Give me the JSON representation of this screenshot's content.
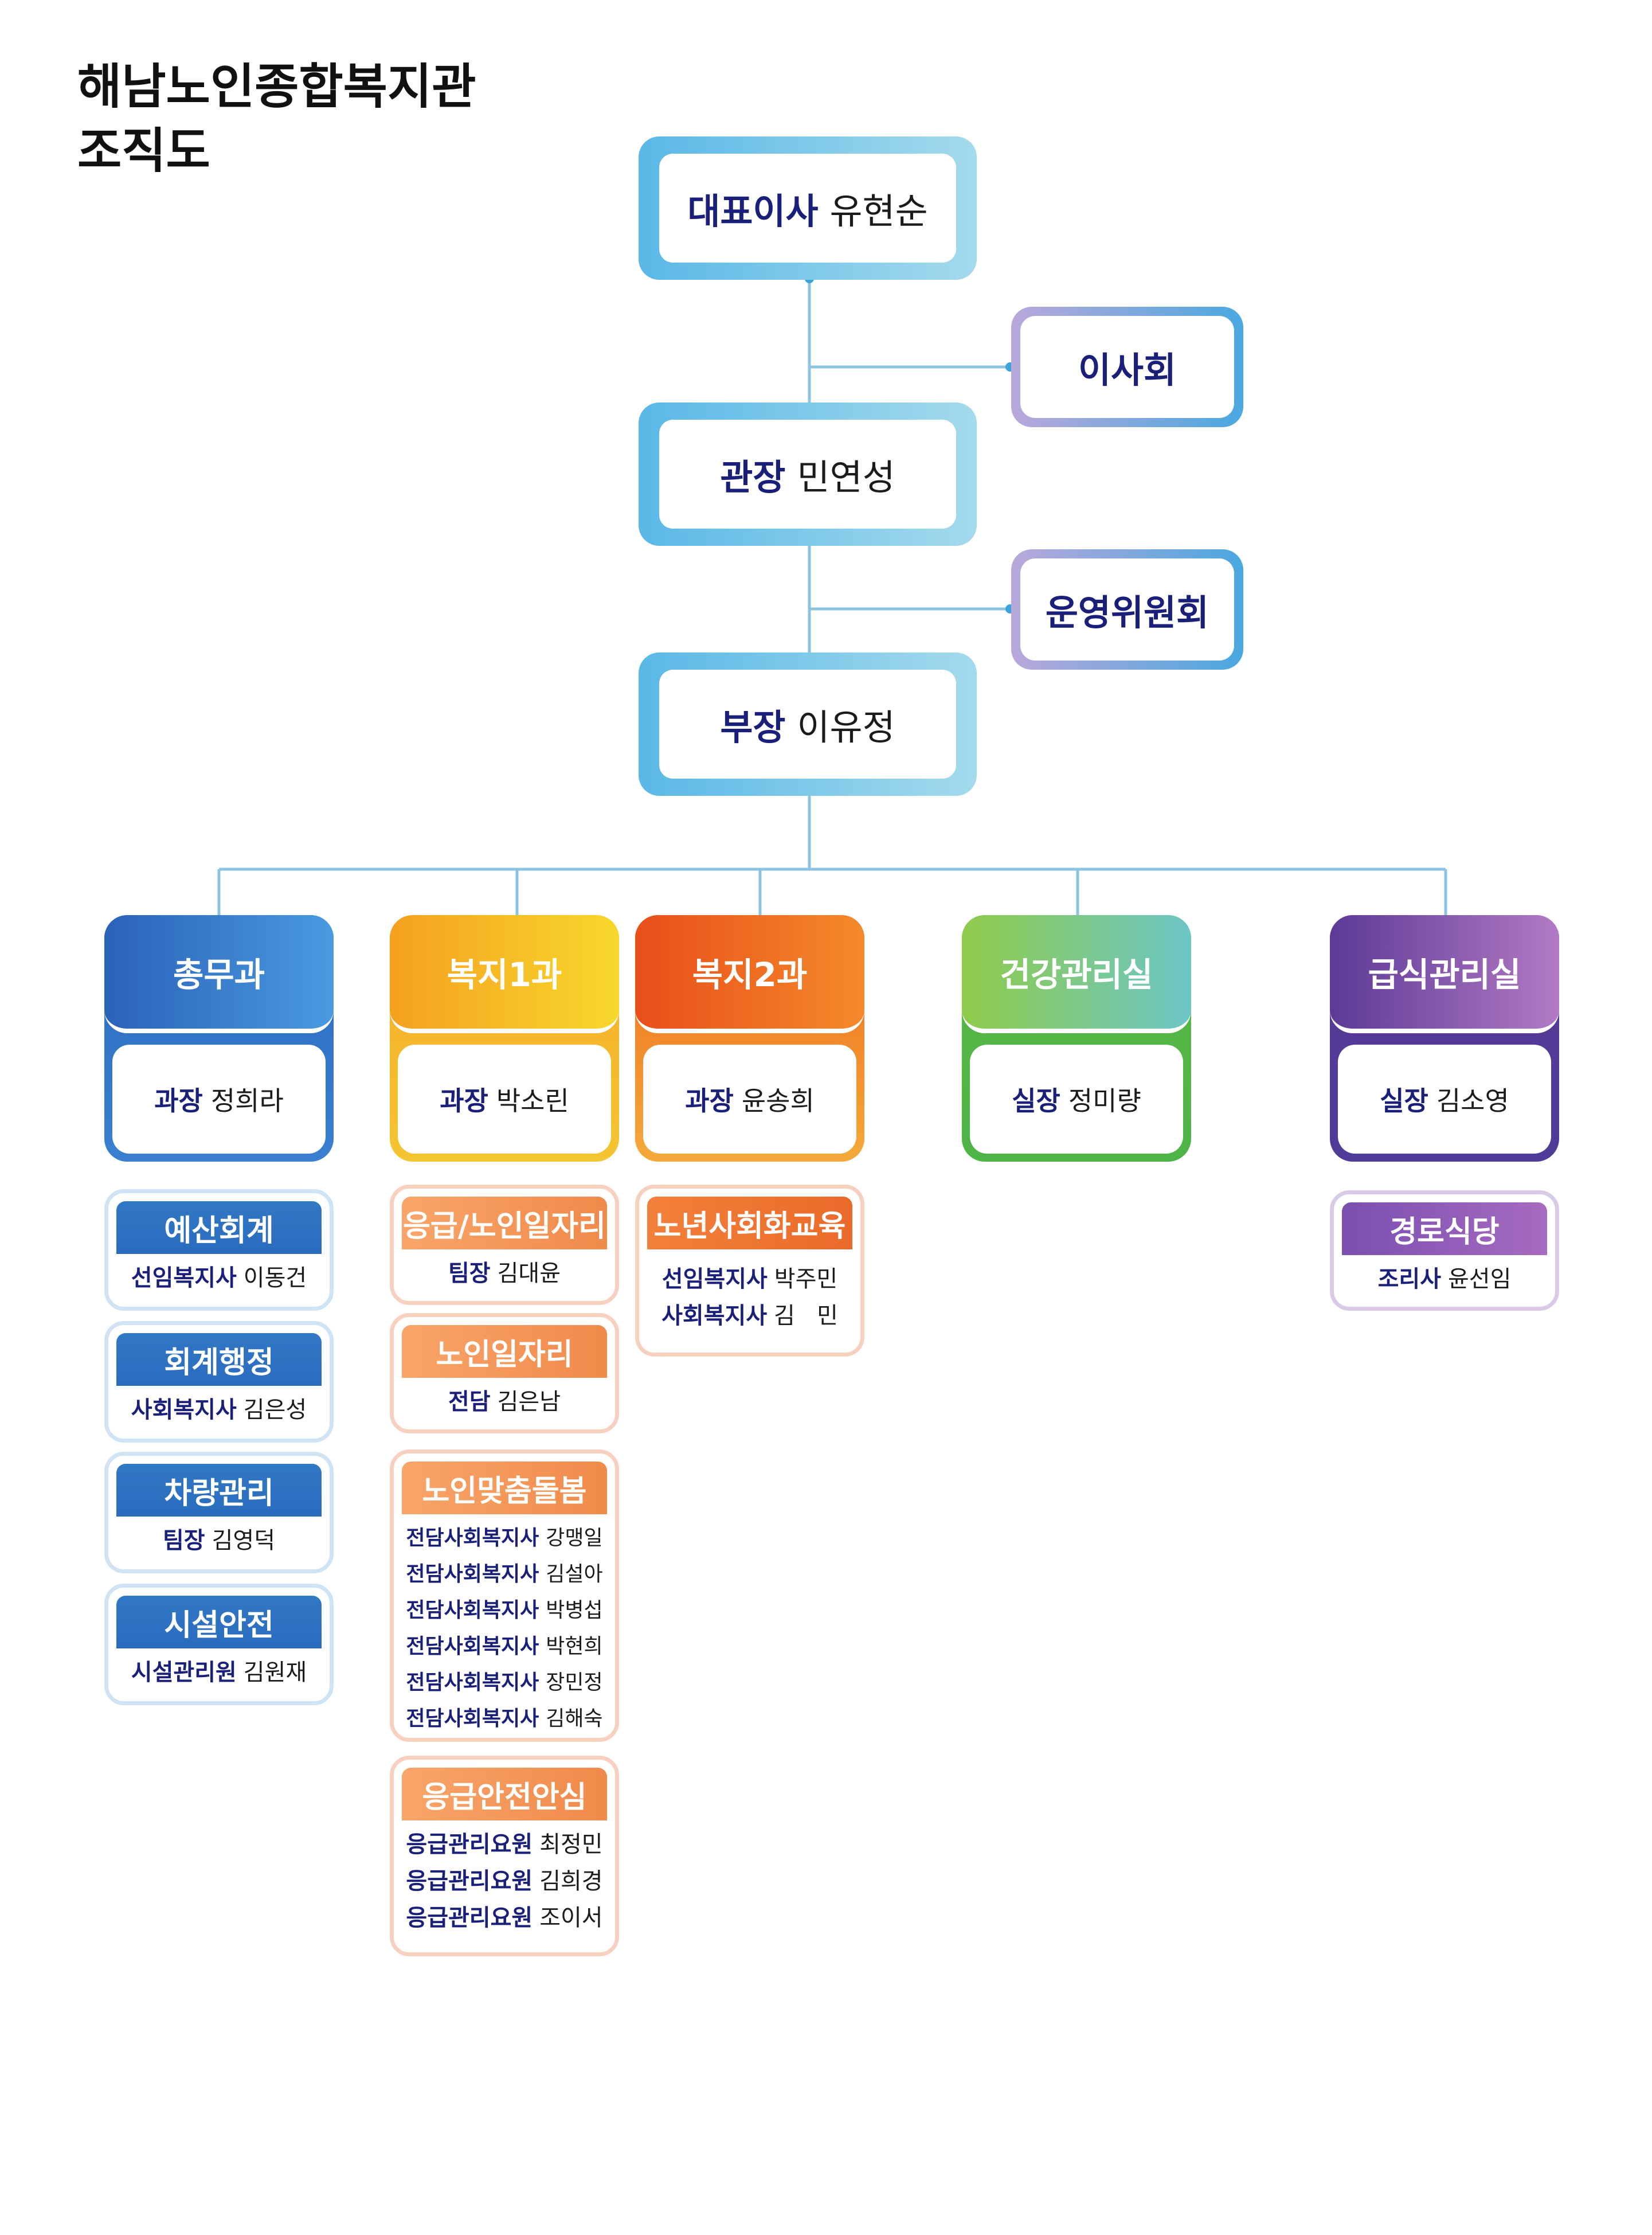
{
  "title": {
    "line1": "해남노인종합복지관",
    "line2": "조직도"
  },
  "chain": {
    "ceo": {
      "role": "대표이사",
      "name": "유현순"
    },
    "director": {
      "role": "관장",
      "name": "민연성"
    },
    "manager": {
      "role": "부장",
      "name": "이유정"
    }
  },
  "side": {
    "board": "이사회",
    "committee": "운영위원회"
  },
  "departments": [
    {
      "name": "총무과",
      "head_role": "과장",
      "head_name": "정희라"
    },
    {
      "name": "복지1과",
      "head_role": "과장",
      "head_name": "박소린"
    },
    {
      "name": "복지2과",
      "head_role": "과장",
      "head_name": "윤송희"
    },
    {
      "name": "건강관리실",
      "head_role": "실장",
      "head_name": "정미량"
    },
    {
      "name": "급식관리실",
      "head_role": "실장",
      "head_name": "김소영"
    }
  ],
  "teams": {
    "admin": [
      {
        "name": "예산회계",
        "staff": [
          {
            "role": "선임복지사",
            "name": "이동건"
          }
        ]
      },
      {
        "name": "회계행정",
        "staff": [
          {
            "role": "사회복지사",
            "name": "김은성"
          }
        ]
      },
      {
        "name": "차량관리",
        "staff": [
          {
            "role": "팀장",
            "name": "김영덕"
          }
        ]
      },
      {
        "name": "시설안전",
        "staff": [
          {
            "role": "시설관리원",
            "name": "김원재"
          }
        ]
      }
    ],
    "welfare1": [
      {
        "name": "응급/노인일자리",
        "staff": [
          {
            "role": "팀장",
            "name": "김대윤"
          }
        ]
      },
      {
        "name": "노인일자리",
        "staff": [
          {
            "role": "전담",
            "name": "김은남"
          }
        ]
      },
      {
        "name": "노인맞춤돌봄",
        "staff": [
          {
            "role": "전담사회복지사",
            "name": "강맹일"
          },
          {
            "role": "전담사회복지사",
            "name": "김설아"
          },
          {
            "role": "전담사회복지사",
            "name": "박병섭"
          },
          {
            "role": "전담사회복지사",
            "name": "박현희"
          },
          {
            "role": "전담사회복지사",
            "name": "장민정"
          },
          {
            "role": "전담사회복지사",
            "name": "김해숙"
          }
        ]
      },
      {
        "name": "응급안전안심",
        "staff": [
          {
            "role": "응급관리요원",
            "name": "최정민"
          },
          {
            "role": "응급관리요원",
            "name": "김희경"
          },
          {
            "role": "응급관리요원",
            "name": "조이서"
          }
        ]
      }
    ],
    "welfare2": [
      {
        "name": "노년사회화교육",
        "staff": [
          {
            "role": "선임복지사",
            "name": "박주민"
          },
          {
            "role": "사회복지사",
            "name": "김   민"
          }
        ]
      }
    ],
    "meal": [
      {
        "name": "경로식당",
        "staff": [
          {
            "role": "조리사",
            "name": "윤선임"
          }
        ]
      }
    ]
  },
  "colors": {
    "navy_text": "#1a1f7a",
    "chain_blue": "#5ab8e6",
    "admin_blue": "#2f6fc4",
    "welfare1_yellow": "#f6c229",
    "welfare2_orange": "#ee6a1e",
    "health_green": "#6cbd45",
    "meal_purple": "#6a3f9e"
  }
}
